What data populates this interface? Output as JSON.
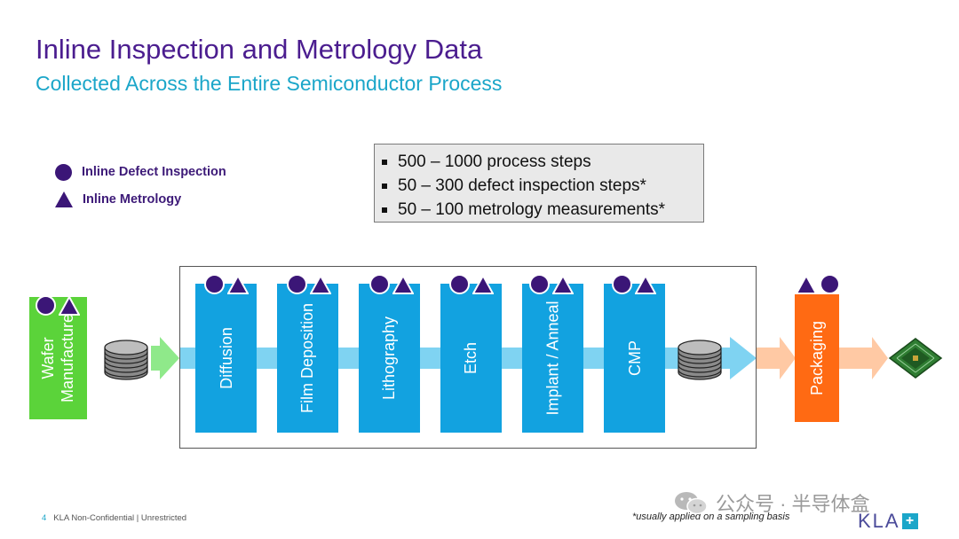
{
  "header": {
    "title": "Inline Inspection and Metrology Data",
    "subtitle": "Collected Across the Entire Semiconductor Process"
  },
  "legend": {
    "defect_label": "Inline Defect Inspection",
    "metrology_label": "Inline Metrology"
  },
  "info_box": {
    "items": [
      "500 – 1000 process steps",
      "50 – 300 defect inspection steps*",
      "50 – 100 metrology measurements*"
    ]
  },
  "process": {
    "wafer": [
      "Wafer",
      "Manufacture"
    ],
    "fab_steps": [
      "Diffusion",
      "Film Deposition",
      "Lithography",
      "Etch",
      "Implant / Anneal",
      "CMP"
    ],
    "packaging": "Packaging"
  },
  "footer": {
    "page_number": "4",
    "classification": "KLA Non-Confidential | Unrestricted",
    "footnote": "*usually applied on a sampling basis",
    "watermark": "公众号 · 半导体盒",
    "logo_text": "KLA",
    "logo_plus": "+"
  },
  "colors": {
    "title": "#4b1d8f",
    "subtitle": "#1ba6c9",
    "marker": "#3b1677",
    "fab_step": "#12a2e0",
    "wafer": "#5bd33a",
    "packaging": "#ff6a13"
  },
  "icons": [
    "circle-icon",
    "triangle-icon",
    "wafer-stack-icon",
    "chip-icon",
    "wechat-icon"
  ]
}
